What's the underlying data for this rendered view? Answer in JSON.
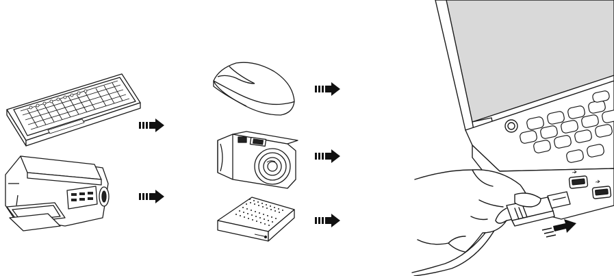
{
  "diagram": {
    "description_kind": "usb-peripherals-to-laptop-illustration",
    "colors": {
      "line": "#1a1a1a",
      "fill": "#ffffff",
      "screen": "#d9d9d9",
      "arrow": "#111111"
    },
    "devices": [
      {
        "name": "keyboard-icon"
      },
      {
        "name": "printer-icon"
      },
      {
        "name": "mouse-icon"
      },
      {
        "name": "camera-icon"
      },
      {
        "name": "external-drive-icon"
      }
    ],
    "arrows": [
      {
        "name": "arrow-keyboard"
      },
      {
        "name": "arrow-printer"
      },
      {
        "name": "arrow-mouse"
      },
      {
        "name": "arrow-camera"
      },
      {
        "name": "arrow-drive"
      },
      {
        "name": "arrow-plug-in"
      }
    ],
    "usb_port_count": 2
  }
}
